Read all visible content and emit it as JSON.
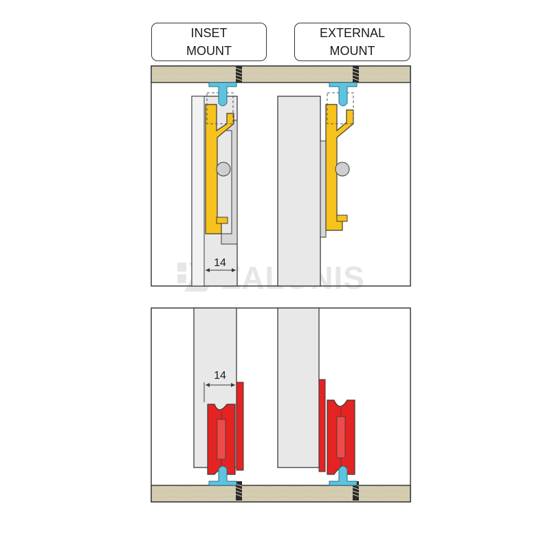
{
  "labels": {
    "inset": {
      "line1": "INSET",
      "line2": "MOUNT"
    },
    "external": {
      "line1": "EXTERNAL",
      "line2": "MOUNT"
    }
  },
  "dimensions": {
    "top_inset": "14",
    "bottom_inset": "14"
  },
  "watermark": "ZALONIS",
  "colors": {
    "wood": "#d5cdb2",
    "door_panel": "#e8e8e8",
    "outline": "#3a3a3a",
    "top_guide_yellow": "#f7c21b",
    "bottom_roller_red": "#e42323",
    "track_blue": "#5fc3df",
    "watermark": "#e4e4e4"
  }
}
